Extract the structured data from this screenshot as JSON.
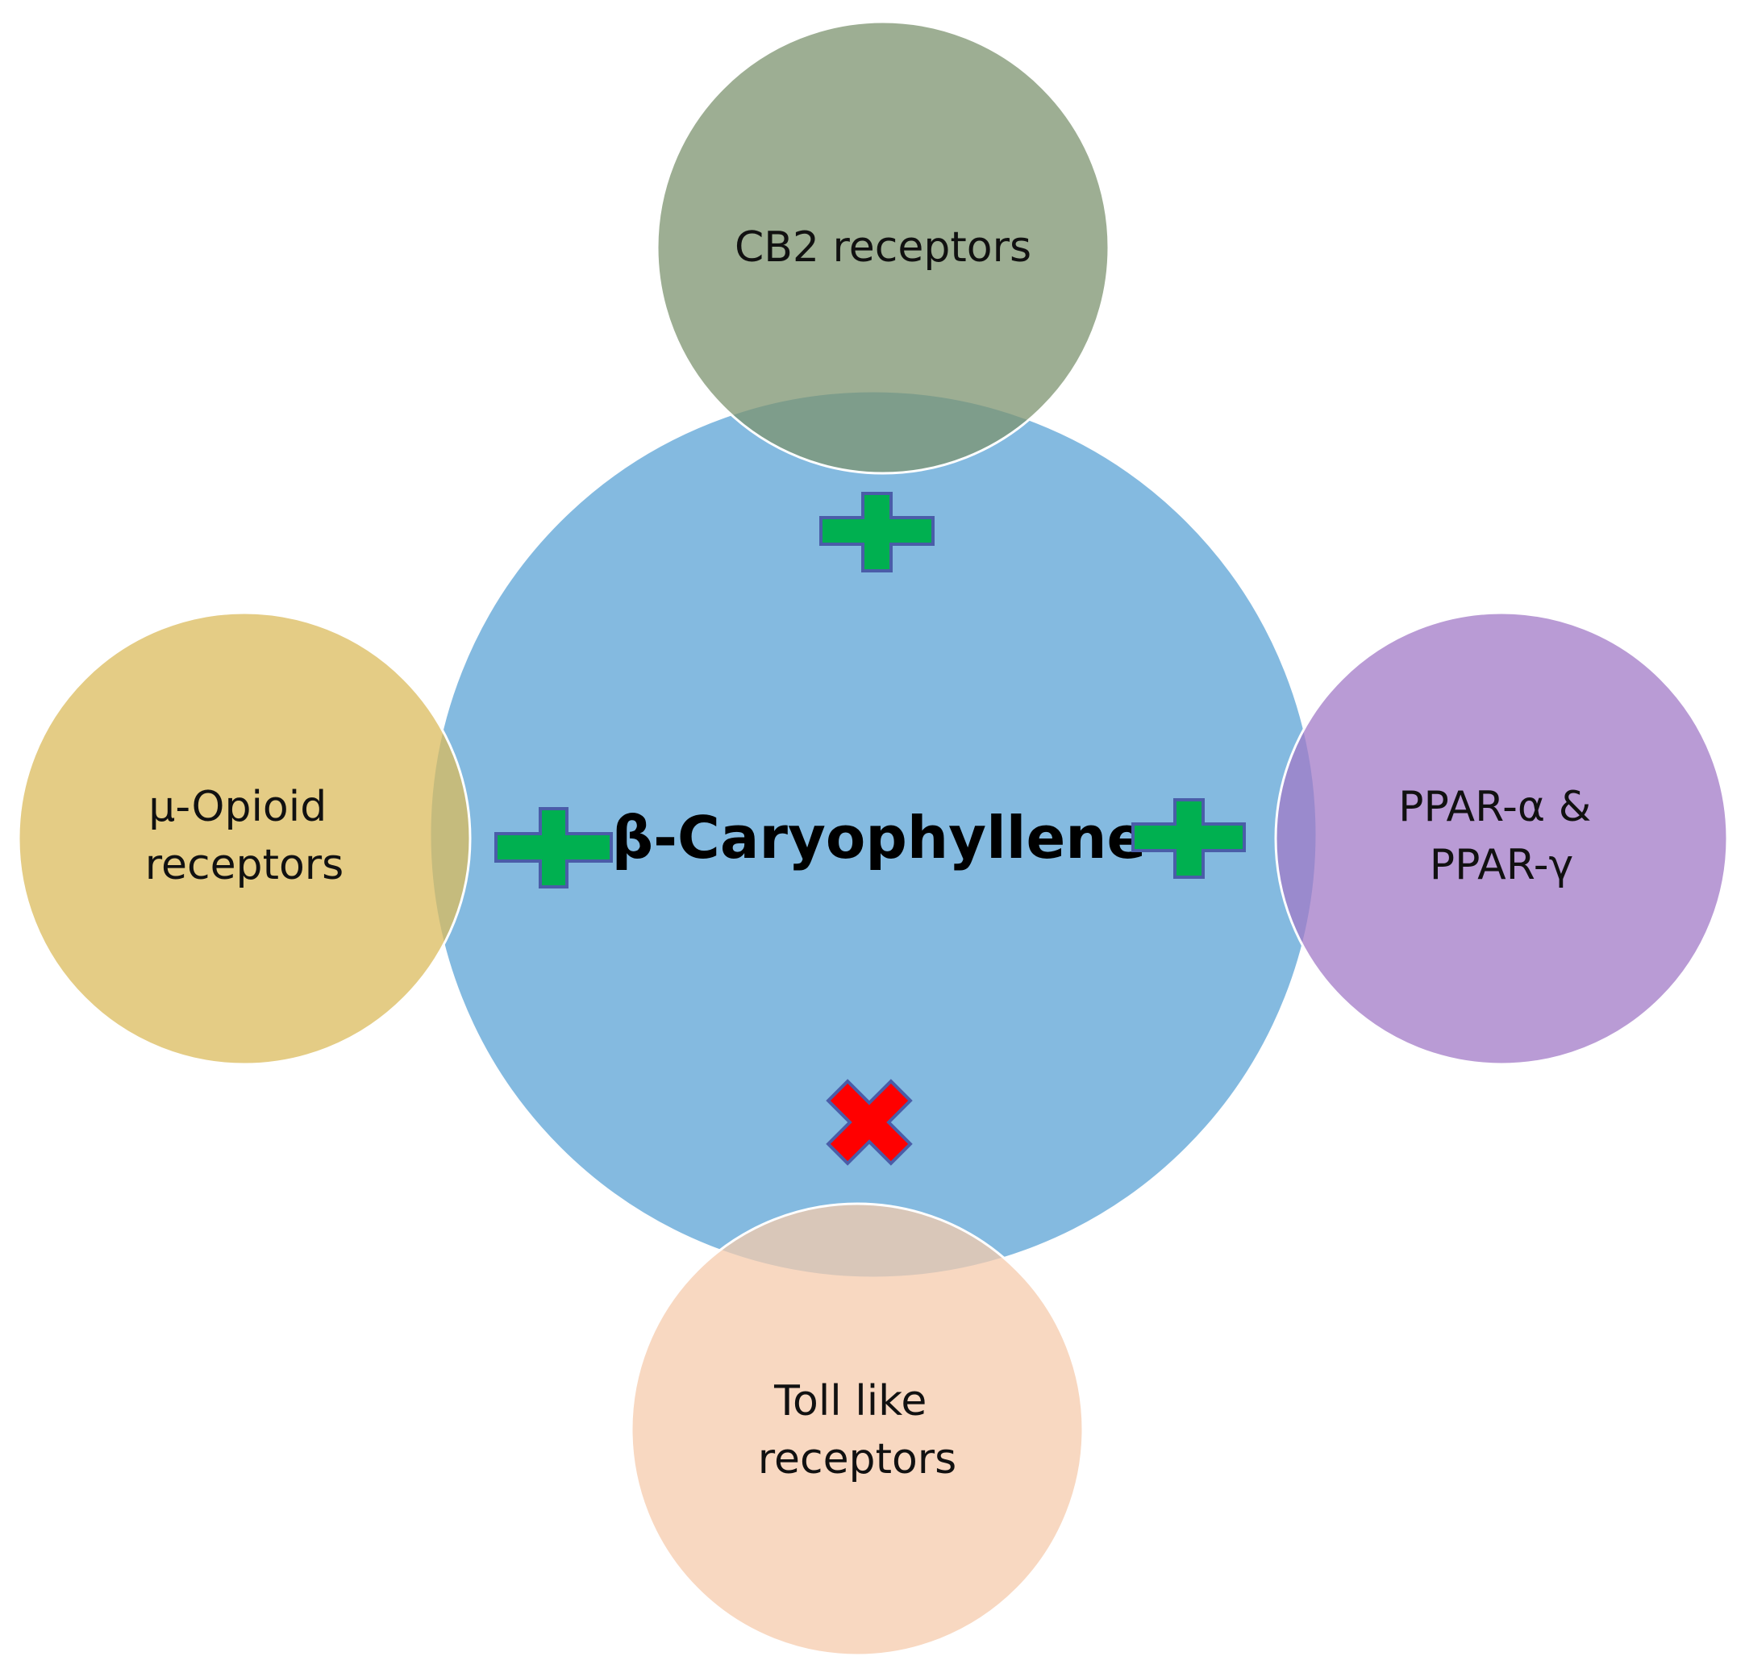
{
  "diagram": {
    "center": {
      "label": "β-Caryophyllene",
      "color": "#5ba3d6"
    },
    "receptors": {
      "top": {
        "lines": [
          "CB2 receptors"
        ],
        "color": "#7c936f",
        "effect": "activation"
      },
      "left": {
        "lines": [
          "µ-Opioid",
          "receptors"
        ],
        "color": "#dbbb5c",
        "effect": "activation"
      },
      "right": {
        "lines": [
          "PPAR-α &",
          "PPAR-γ"
        ],
        "color": "#a17ac7",
        "effect": "activation"
      },
      "bottom": {
        "lines": [
          "Toll like",
          "receptors"
        ],
        "color": "#f5cbac",
        "effect": "inhibition"
      }
    },
    "symbols": {
      "plus_color": "#00b050",
      "plus_outline": "#4a5da8",
      "cross_color": "#ff0000",
      "cross_outline": "#4a5da8"
    }
  }
}
